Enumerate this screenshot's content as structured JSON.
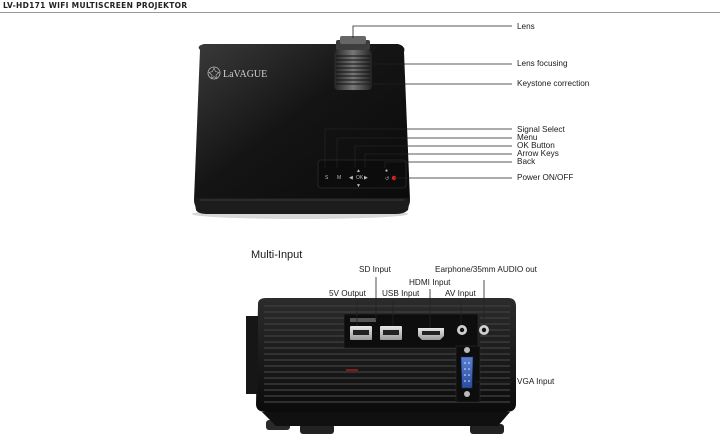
{
  "header": {
    "title": "LV-HD171 WIFI MULTISCREEN PROJEKTOR"
  },
  "brand": {
    "logo_text": "LaVAGUE"
  },
  "top_callouts": {
    "lens": "Lens",
    "lens_focusing": "Lens focusing",
    "keystone": "Keystone correction",
    "signal_select": "Signal Select",
    "menu": "Menu",
    "ok_button": "OK Button",
    "arrow_keys": "Arrow Keys",
    "back": "Back",
    "power": "Power ON/OFF"
  },
  "section": {
    "title": "Multi-Input"
  },
  "bottom_callouts": {
    "sd_input": "SD Input",
    "earphone": "Earphone/35mm AUDIO out",
    "hdmi_input": "HDMI Input",
    "output_5v": "5V Output",
    "usb_input": "USB Input",
    "av_input": "AV Input",
    "vga_input": "VGA Input"
  },
  "panel_glyphs": {
    "s": "S",
    "m": "M",
    "ok": "OK"
  }
}
